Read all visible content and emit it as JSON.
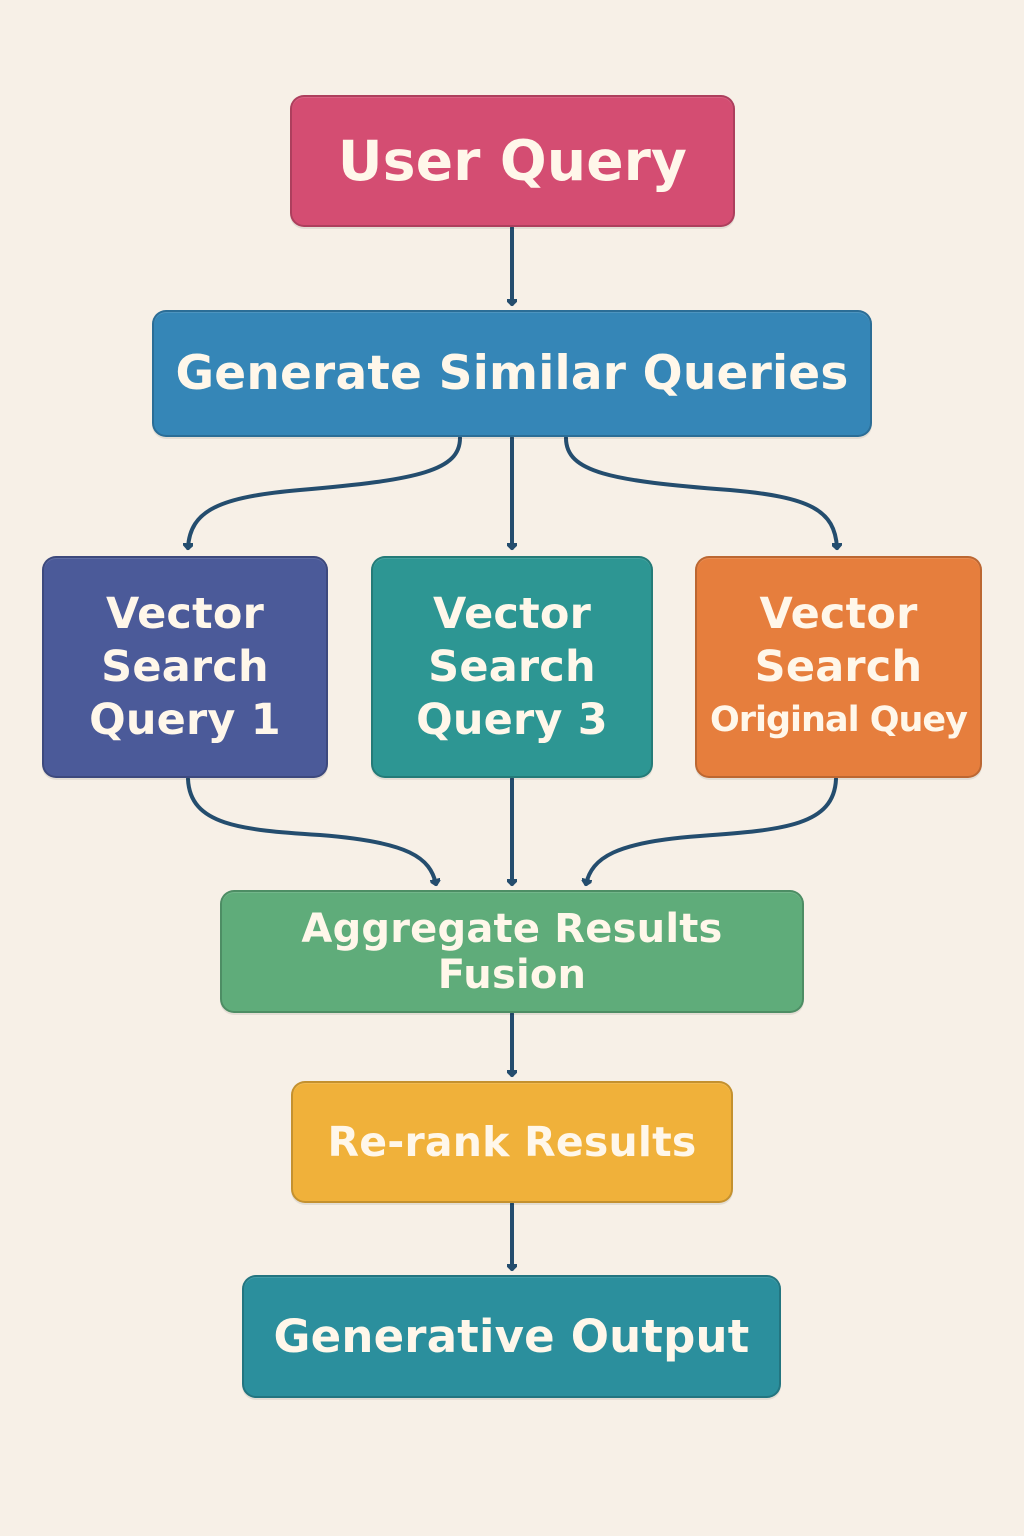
{
  "nodes": {
    "user_query": {
      "label": "User Query",
      "color": "#d44d72"
    },
    "generate_similar_queries": {
      "label": "Generate Similar Queries",
      "color": "#3586b7"
    },
    "vector_search_query_1": {
      "line1": "Vector",
      "line2": "Search",
      "line3": "Query 1",
      "color": "#4b5a99"
    },
    "vector_search_query_3": {
      "line1": "Vector",
      "line2": "Search",
      "line3": "Query 3",
      "color": "#2d9693"
    },
    "vector_search_original_query": {
      "line1": "Vector",
      "line2": "Search",
      "line3": "Original Quey",
      "color": "#e67e3d"
    },
    "aggregate_results_fusion": {
      "label": "Aggregate Results Fusion",
      "color": "#5fac7a"
    },
    "re_rank_results": {
      "label": "Re-rank Results",
      "color": "#f0b13a"
    },
    "generative_output": {
      "label": "Generative Output",
      "color": "#2b8f9d"
    }
  },
  "connector_color": "#244d6e"
}
